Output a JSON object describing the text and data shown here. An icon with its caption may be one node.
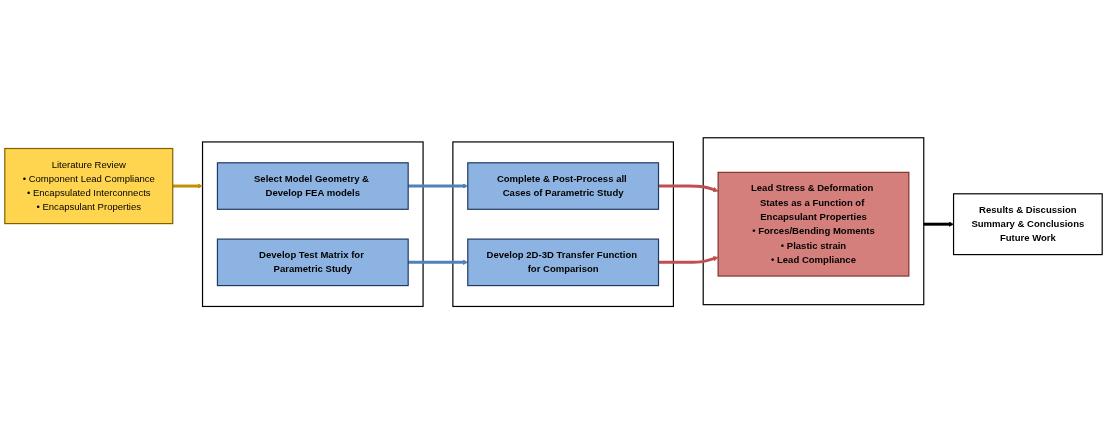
{
  "diagram": {
    "nodes": [
      {
        "text": [],
        "shape": "box"
      },
      {
        "text": [
          "Select Model Geometry & Develop FEA models"
        ],
        "in": 0
      },
      {
        "text": [
          "Develop Test Matrix for Parametric Study"
        ],
        "in": 0
      },
      {
        "text": [],
        "shape": "box"
      },
      {
        "text": [
          "Complete & Post-Process all Cases of Parametric Study"
        ],
        "in": 3
      },
      {
        "text": [
          "Develop 2D-3D Transfer Function for Comparison"
        ],
        "in": 3
      },
      {
        "text": [],
        "shape": "box"
      },
      {
        "text": [
          "Lead Stress & Deformation States as a Function of Encapsulant Properties",
          "• Forces/Bending Moments",
          "• Plastic strain",
          "• Lead Compliance"
        ],
        "in": 6
      },
      {
        "text": [
          "Literature Review",
          "• Component Lead Compliance",
          "• Encapsulated Interconnects",
          "• Encapsulant Properties"
        ]
      },
      {
        "text": [
          "Results & Discussion",
          "Summary & Conclusions",
          "Future Work"
        ]
      }
    ],
    "edges": [
      {
        "from": 1,
        "to": 4,
        "arrow": "to",
        "color": "#4f81bd"
      },
      {
        "from": 2,
        "to": 5,
        "arrow": "to",
        "color": "#4f81bd"
      },
      {
        "from": 4,
        "to": 7,
        "arrow": "to",
        "color": "#c0504d"
      },
      {
        "from": 5,
        "to": 7,
        "arrow": "to",
        "color": "#c0504d"
      },
      {
        "from": 8,
        "to": 0,
        "arrow": "to",
        "color": "#c09000"
      },
      {
        "from": 6,
        "to": 9,
        "arrow": "to",
        "color": "#000000"
      }
    ]
  }
}
